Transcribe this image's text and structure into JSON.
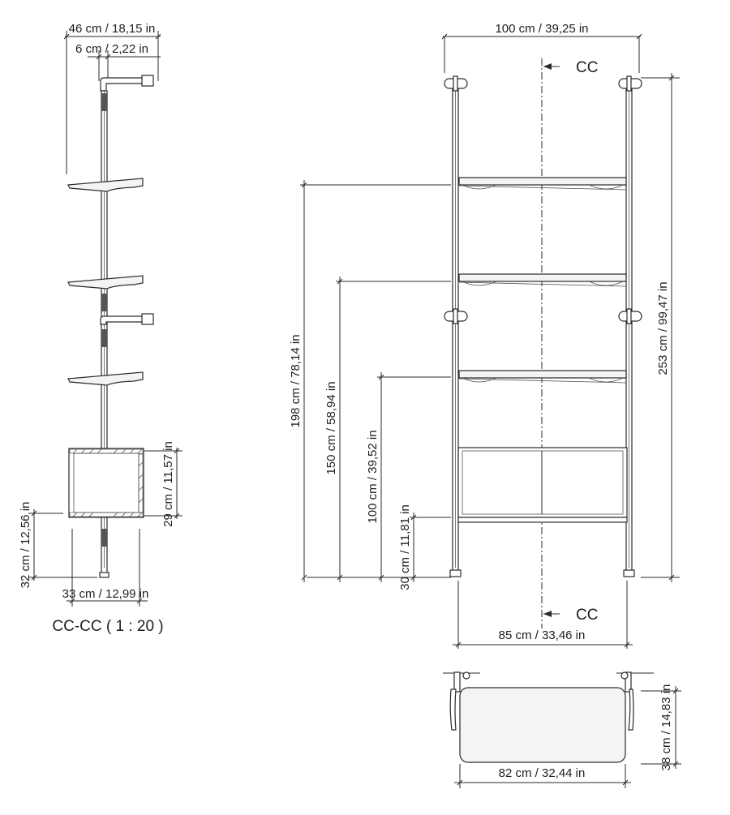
{
  "section_view": {
    "dim_top_width": "46 cm / 18,15 in",
    "dim_offset": "6 cm / 2,22 in",
    "dim_box_height": "29 cm / 11,57 in",
    "dim_box_floor": "32 cm / 12,56 in",
    "dim_box_depth": "33 cm / 12,99 in",
    "caption": "CC-CC ( 1 : 20 )"
  },
  "front_view": {
    "dim_overall_width": "100 cm / 39,25 in",
    "section_mark": "CC",
    "dim_overall_height": "253 cm / 99,47 in",
    "dim_shelf_198": "198 cm / 78,14 in",
    "dim_shelf_150": "150 cm / 58,94 in",
    "dim_shelf_100": "100 cm / 39,52 in",
    "dim_cabinet_30": "30 cm / 11,81 in",
    "dim_inner_width": "85 cm / 33,46 in"
  },
  "plan_view": {
    "dim_width": "82 cm / 32,44 in",
    "dim_depth_total": "38 cm / 14,83 in"
  }
}
